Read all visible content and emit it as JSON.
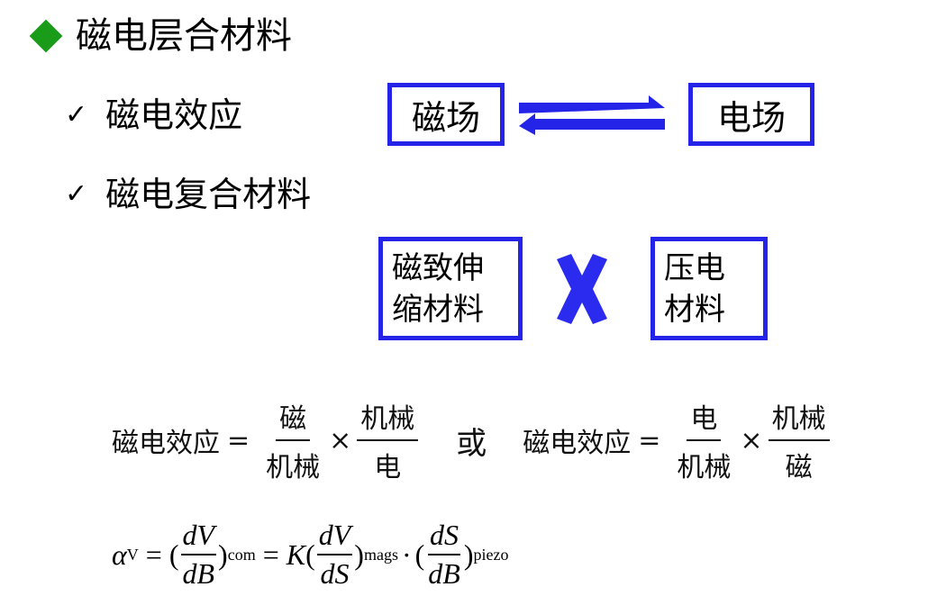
{
  "title": "磁电层合材料",
  "bullets": [
    {
      "check": "✓",
      "text": "磁电效应"
    },
    {
      "check": "✓",
      "text": "磁电复合材料"
    }
  ],
  "effect_diagram": {
    "left_box": "磁场",
    "right_box": "电场"
  },
  "composite_diagram": {
    "left_box_line1": "磁致伸",
    "left_box_line2": "缩材料",
    "right_box_line1": "压电",
    "right_box_line2": "材料"
  },
  "equation1": {
    "lhs": "磁电效应",
    "eq": "=",
    "f1_num": "磁",
    "f1_den": "机械",
    "times": "×",
    "f2_num": "机械",
    "f2_den": "电"
  },
  "or_text": "或",
  "equation2": {
    "lhs": "磁电效应",
    "eq": "=",
    "f1_num": "电",
    "f1_den": "机械",
    "times": "×",
    "f2_num": "机械",
    "f2_den": "磁"
  },
  "formula": {
    "alpha": "α",
    "alpha_sub": "V",
    "eq1": "=",
    "f1_num": "dV",
    "f1_den": "dB",
    "sub1": "com",
    "eq2": "=",
    "k": "K",
    "f2_num": "dV",
    "f2_den": "dS",
    "sub2": "mags",
    "dot": "·",
    "f3_num": "dS",
    "f3_den": "dB",
    "sub3": "piezo"
  },
  "colors": {
    "box_border": "#2424e8",
    "arrow": "#2424e8",
    "cross": "#2b2bf0",
    "diamond": "#1a9c1a"
  }
}
